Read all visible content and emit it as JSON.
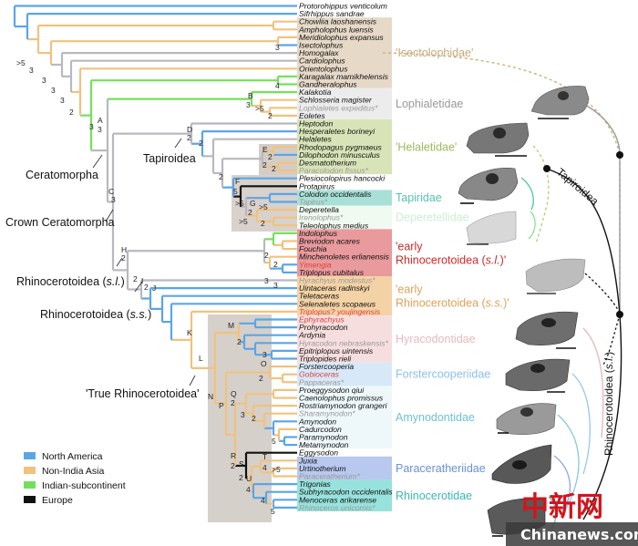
{
  "colors": {
    "north_america": "#5aa5e8",
    "non_india_asia": "#f0c27e",
    "indian_subcontinent": "#74e05a",
    "europe": "#111111",
    "neutral": "#b8b8c0"
  },
  "legend": [
    {
      "label": "North America",
      "color": "#5aa5e8"
    },
    {
      "label": "Non-India Asia",
      "color": "#f0c27e"
    },
    {
      "label": "Indian-subcontinent",
      "color": "#74e05a"
    },
    {
      "label": "Europe",
      "color": "#111111"
    }
  ],
  "taxa": [
    {
      "name": "Protorohippus venticolum",
      "style": "normal"
    },
    {
      "name": "Sifrhippus sandrae",
      "style": "normal"
    },
    {
      "name": "Chowliia laoshanensis",
      "style": "normal"
    },
    {
      "name": "Ampholophus luensis",
      "style": "normal"
    },
    {
      "name": "Meridiolophus expansus",
      "style": "normal"
    },
    {
      "name": "Isectolophus",
      "style": "normal"
    },
    {
      "name": "Homogalax",
      "style": "normal"
    },
    {
      "name": "Cardiolophus",
      "style": "normal"
    },
    {
      "name": "Orientolophus",
      "style": "normal"
    },
    {
      "name": "Karagalax mamikhelensis",
      "style": "normal"
    },
    {
      "name": "Gandheralophus",
      "style": "normal"
    },
    {
      "name": "Kalakotia",
      "style": "normal"
    },
    {
      "name": "Schlosseria magister",
      "style": "normal"
    },
    {
      "name": "Lophialetes expeditus*",
      "style": "grey"
    },
    {
      "name": "Eoletes",
      "style": "normal"
    },
    {
      "name": "Heptodon",
      "style": "normal"
    },
    {
      "name": "Hesperaletes borineyi",
      "style": "normal"
    },
    {
      "name": "Helaletes",
      "style": "normal"
    },
    {
      "name": "Rhodopagus pygmaeus",
      "style": "normal"
    },
    {
      "name": "Dilophodon minusculus",
      "style": "normal"
    },
    {
      "name": "Desmatotherium",
      "style": "normal"
    },
    {
      "name": "Paracolodon fissus*",
      "style": "grey"
    },
    {
      "name": "Plesiocolopirus hancocki",
      "style": "normal"
    },
    {
      "name": "Protapirus",
      "style": "normal"
    },
    {
      "name": "Colodon occidentalis",
      "style": "normal"
    },
    {
      "name": "Tapirus*",
      "style": "grey"
    },
    {
      "name": "Deperetella",
      "style": "normal"
    },
    {
      "name": "Irenolophus*",
      "style": "grey"
    },
    {
      "name": "Teleolophus medius",
      "style": "normal"
    },
    {
      "name": "Indolophus",
      "style": "normal"
    },
    {
      "name": "Breviodon acares",
      "style": "normal"
    },
    {
      "name": "Fouchia",
      "style": "normal"
    },
    {
      "name": "Minchenoletes erlianensis",
      "style": "normal"
    },
    {
      "name": "Yimengia",
      "style": "red"
    },
    {
      "name": "Triplopus cubitalus",
      "style": "normal"
    },
    {
      "name": "Hyrachyus modestus*",
      "style": "grey"
    },
    {
      "name": "Uintaceras radinskyi",
      "style": "normal"
    },
    {
      "name": "Teletaceras",
      "style": "normal"
    },
    {
      "name": "Selenaletes scopaeus",
      "style": "normal"
    },
    {
      "name": "Triplopus? youjingensis",
      "style": "red"
    },
    {
      "name": "Ephyrachyus",
      "style": "red"
    },
    {
      "name": "Prohyracodon",
      "style": "normal"
    },
    {
      "name": "Ardynia",
      "style": "normal"
    },
    {
      "name": "Hyracodon nebraskensis*",
      "style": "grey"
    },
    {
      "name": "Epitriplopus uintensis",
      "style": "normal"
    },
    {
      "name": "Triplopides rieli",
      "style": "normal"
    },
    {
      "name": "Forstercooperia",
      "style": "normal"
    },
    {
      "name": "Gobioceras",
      "style": "red"
    },
    {
      "name": "Pappaceras*",
      "style": "grey"
    },
    {
      "name": "Proeggysodon qiui",
      "style": "normal"
    },
    {
      "name": "Caenolophus promissus",
      "style": "normal"
    },
    {
      "name": "Rostriamynodon grangeri",
      "style": "normal"
    },
    {
      "name": "Sharamynodon*",
      "style": "grey"
    },
    {
      "name": "Amynodon",
      "style": "normal"
    },
    {
      "name": "Cadurcodon",
      "style": "normal"
    },
    {
      "name": "Paramynodon",
      "style": "normal"
    },
    {
      "name": "Metamynodon",
      "style": "normal"
    },
    {
      "name": "Eggysodon",
      "style": "normal"
    },
    {
      "name": "Juxia",
      "style": "normal"
    },
    {
      "name": "Urtinotherium",
      "style": "normal"
    },
    {
      "name": "Paraceratherium*",
      "style": "grey"
    },
    {
      "name": "Trigonias",
      "style": "normal"
    },
    {
      "name": "Subhyracodon occidentalis",
      "style": "normal"
    },
    {
      "name": "Menoceras arikarense",
      "style": "normal"
    },
    {
      "name": "Rhinoceros unicornis*",
      "style": "grey"
    }
  ],
  "families": [
    {
      "label": "'Isectolophidae'",
      "color": "#c9a878",
      "bg": "#e6d9c8",
      "from": 2,
      "to": 10
    },
    {
      "label": "Lophialetidae",
      "color": "#999999",
      "bg": "#ececec",
      "from": 11,
      "to": 14
    },
    {
      "label": "'Helaletidae'",
      "color": "#9cba5a",
      "bg": "#d8e4b8",
      "from": 15,
      "to": 21
    },
    {
      "label": "Tapiridae",
      "color": "#56c2b2",
      "bg": "#a8e0d8",
      "from": 24,
      "to": 25
    },
    {
      "label": "Deperetellidae",
      "color": "#cdeed0",
      "bg": "#f0faf0",
      "from": 26,
      "to": 28
    },
    {
      "label": "'early Rhinocerotoidea (s.l.)'",
      "line1": "'early",
      "line2": "Rhinocerotoidea (s.l.)'",
      "color": "#cc2a2a",
      "bg": "#e99a9c",
      "from": 29,
      "to": 34
    },
    {
      "label": "'early Rhinocerotoidea (s.s.)'",
      "line1": "'early",
      "line2": "Rhinocerotoidea (s.s.)'",
      "color": "#e0a155",
      "bg": "#f3d2a6",
      "from": 35,
      "to": 39
    },
    {
      "label": "Hyracodontidae",
      "color": "#e9b8bc",
      "bg": "#f7dede",
      "from": 40,
      "to": 45
    },
    {
      "label": "Forstercooperiidae",
      "color": "#8cc0ea",
      "bg": "#d7e8f8",
      "from": 46,
      "to": 48
    },
    {
      "label": "Amynodontidae",
      "color": "#6ec2d2",
      "bg": "#eef8fb",
      "from": 49,
      "to": 56
    },
    {
      "label": "Paraceratheriidae",
      "color": "#6a8fd8",
      "bg": "#b8c8ee",
      "from": 58,
      "to": 60
    },
    {
      "label": "Rhinocerotidae",
      "color": "#3cb7b4",
      "bg": "#97e2dc",
      "from": 61,
      "to": 64
    }
  ],
  "nodes": [
    "A",
    "B",
    "C",
    "D",
    "E",
    "F",
    "G",
    "H",
    "I",
    "J",
    "K",
    "L",
    "M",
    "N",
    "O",
    "P",
    "Q",
    "R",
    "S",
    "T",
    "U"
  ],
  "clades": {
    "ceratomorpha": "Ceratomorpha",
    "crown_ceratomorpha": "Crown Ceratomorpha",
    "tapiroidea": "Tapiroidea",
    "rhino_sl": "Rhinocerotoidea (s.l.)",
    "rhino_ss": "Rhinocerotoidea (s.s.)",
    "true_rhino": "'True Rhinocerotoidea'"
  },
  "arc_labels": {
    "tapiroidea": "Tapiroidea",
    "rhinocerotoidea": "Rhinocerotoidea (s.l.)"
  },
  "watermark": {
    "chinese": "中新网",
    "english": "Chinanews.com"
  }
}
